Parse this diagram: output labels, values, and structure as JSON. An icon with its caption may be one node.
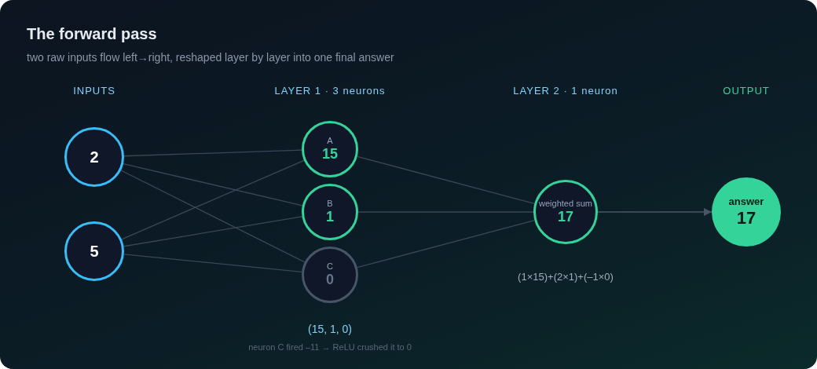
{
  "diagram": {
    "title": "The forward pass",
    "caption": "two raw inputs flow left→right, reshaped layer by layer into one final answer",
    "nodes": [
      {
        "text": [
          "2"
        ]
      },
      {
        "text": [
          "5"
        ]
      },
      {
        "text": [
          "A",
          "15"
        ]
      },
      {
        "text": [
          "B",
          "1"
        ]
      },
      {
        "text": [
          "C",
          "0"
        ]
      },
      {
        "text": [
          "weighted sum",
          "17"
        ],
        "beside": [
          "(1×15)+(2×1)+(–1×0)"
        ]
      },
      {
        "text": [
          "answer",
          "17"
        ]
      }
    ],
    "edges": [
      {
        "from": 0,
        "to": 2,
        "arrow": "none"
      },
      {
        "from": 0,
        "to": 3,
        "arrow": "none"
      },
      {
        "from": 0,
        "to": 4,
        "arrow": "none"
      },
      {
        "from": 1,
        "to": 2,
        "arrow": "none"
      },
      {
        "from": 1,
        "to": 3,
        "arrow": "none"
      },
      {
        "from": 1,
        "to": 4,
        "arrow": "none"
      },
      {
        "from": 2,
        "to": 5,
        "arrow": "none"
      },
      {
        "from": 3,
        "to": 5,
        "arrow": "none"
      },
      {
        "from": 4,
        "to": 5,
        "arrow": "none"
      },
      {
        "from": 5,
        "to": 6,
        "arrow": "to"
      }
    ],
    "labels": [
      "INPUTS",
      "LAYER 1 · 3 neurons",
      "LAYER 2 · 1 neuron",
      "OUTPUT",
      "(15, 1, 0)",
      "neuron C fired –11 → ReLU crushed it to 0"
    ]
  }
}
